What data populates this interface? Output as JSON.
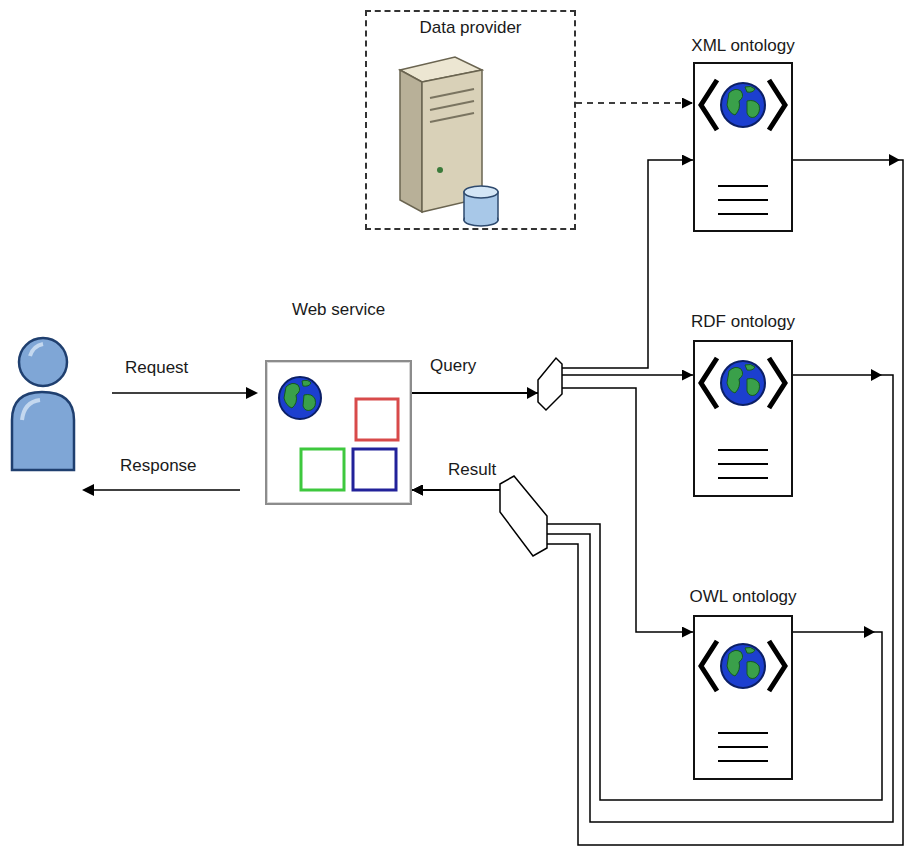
{
  "diagram": {
    "nodes": [
      {
        "text": [
          "Data provider"
        ]
      },
      {
        "text": [
          "XML ontology"
        ]
      },
      {
        "text": [
          "Web service"
        ]
      },
      {
        "text": [
          "RDF ontology"
        ]
      },
      {
        "text": [
          "OWL ontology"
        ]
      }
    ],
    "edges": [
      {
        "from": 0,
        "to": 1,
        "arrow": "to"
      },
      {
        "from": 2,
        "to": 1,
        "arrow": "to"
      },
      {
        "from": 2,
        "to": 3,
        "arrow": "to",
        "label": "Query"
      },
      {
        "from": 2,
        "to": 4,
        "arrow": "to"
      },
      {
        "from": 1,
        "to": 2,
        "arrow": "to"
      },
      {
        "from": 3,
        "to": 2,
        "arrow": "to",
        "label": "Result"
      },
      {
        "from": 4,
        "to": 2,
        "arrow": "to"
      }
    ],
    "labels": [
      "Request",
      "Response"
    ]
  }
}
